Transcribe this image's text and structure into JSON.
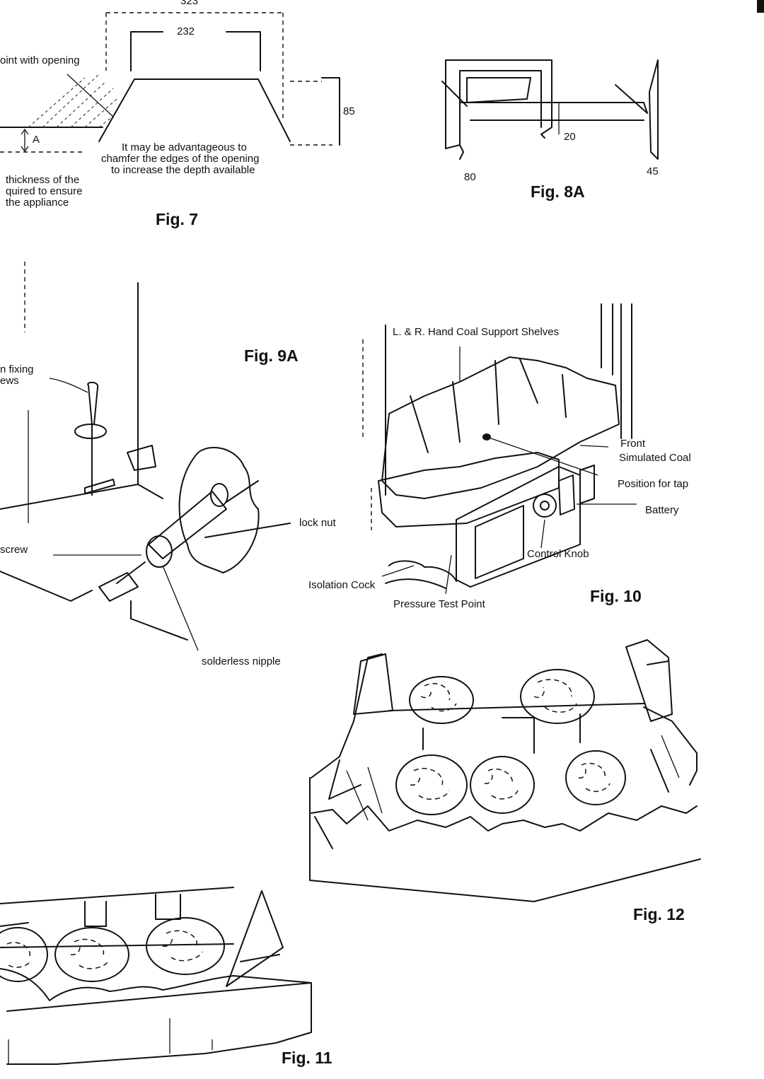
{
  "fig7": {
    "caption": "Fig. 7",
    "dim_top_partial": "323",
    "dim_232": "232",
    "dim_85": "85",
    "label_A": "A",
    "joint_label": "oint with opening",
    "chamfer_note": [
      "It may be advantageous to",
      "chamfer the edges of the opening",
      "to increase the depth available"
    ],
    "thickness_note": [
      "thickness of the",
      "quired to ensure",
      "the appliance"
    ]
  },
  "fig8a": {
    "caption": "Fig. 8A",
    "dim_20": "20",
    "dim_80": "80",
    "dim_45": "45"
  },
  "fig9a": {
    "caption": "Fig. 9A",
    "fixing_label": [
      "n fixing",
      "ews"
    ],
    "lock_nut": "lock nut",
    "screw": "screw",
    "solderless_nipple": "solderless nipple"
  },
  "fig10": {
    "caption": "Fig. 10",
    "shelves": "L. & R. Hand Coal Support Shelves",
    "front_coal": [
      "Front",
      "Simulated Coal"
    ],
    "tap_position": "Position for tap",
    "battery": "Battery",
    "control_knob": "Control Knob",
    "isolation_cock": "Isolation Cock",
    "pressure_test_point": "Pressure Test Point"
  },
  "fig11": {
    "caption": "Fig. 11"
  },
  "fig12": {
    "caption": "Fig. 12"
  }
}
